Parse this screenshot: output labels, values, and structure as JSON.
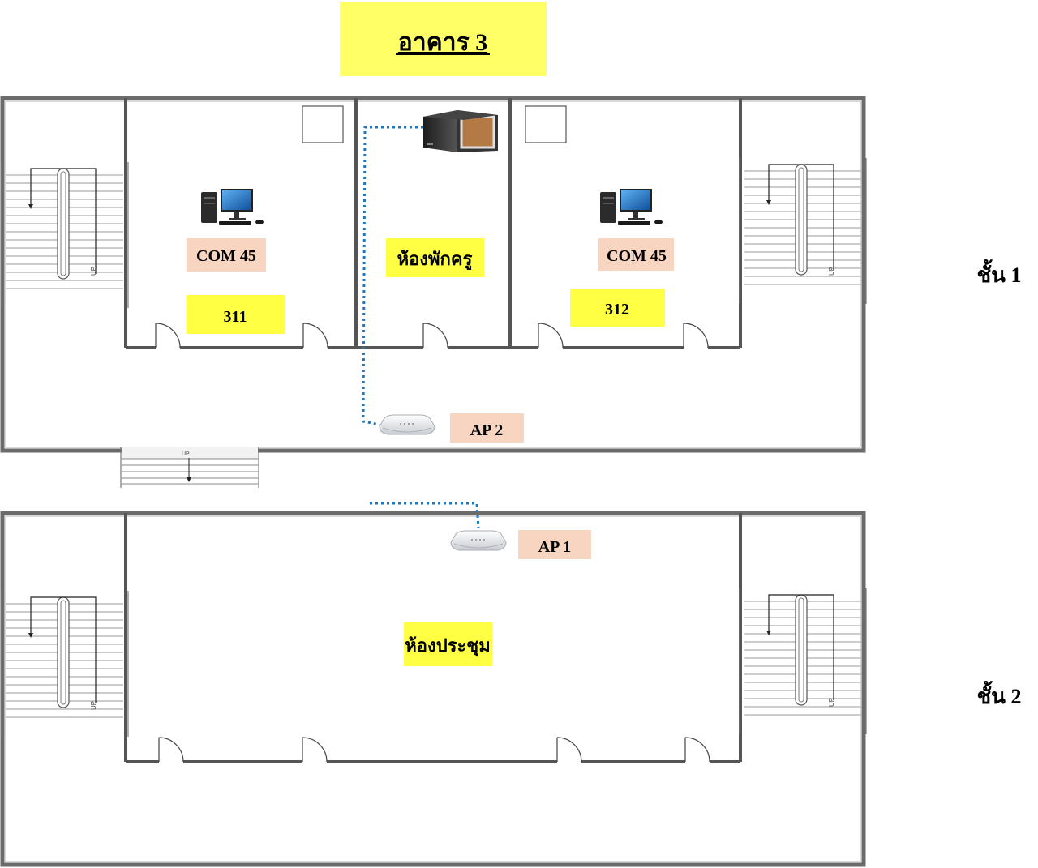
{
  "building": {
    "title": "อาคาร 3"
  },
  "floor1": {
    "label": "ชั้น 1",
    "room_311": {
      "number": "311",
      "computers": "COM 45"
    },
    "room_staff": {
      "name": "ห้องพักครู"
    },
    "room_312": {
      "number": "312",
      "computers": "COM 45"
    },
    "access_point": "AP 2"
  },
  "floor2": {
    "label": "ชั้น 2",
    "meeting_room": {
      "name": "ห้องประชุม"
    },
    "access_point": "AP 1"
  },
  "stairs": {
    "up_mark": "UP"
  },
  "colors": {
    "title_bg": "#ffff66",
    "label_yellow": "#ffff44",
    "label_peach": "#f8d5c0",
    "network_cable": "#1f77c0",
    "wall": "#6b6b6b"
  },
  "icons": [
    "desktop-computer-icon",
    "network-cabinet-icon",
    "wireless-access-point-icon",
    "staircase-icon",
    "door-icon"
  ]
}
